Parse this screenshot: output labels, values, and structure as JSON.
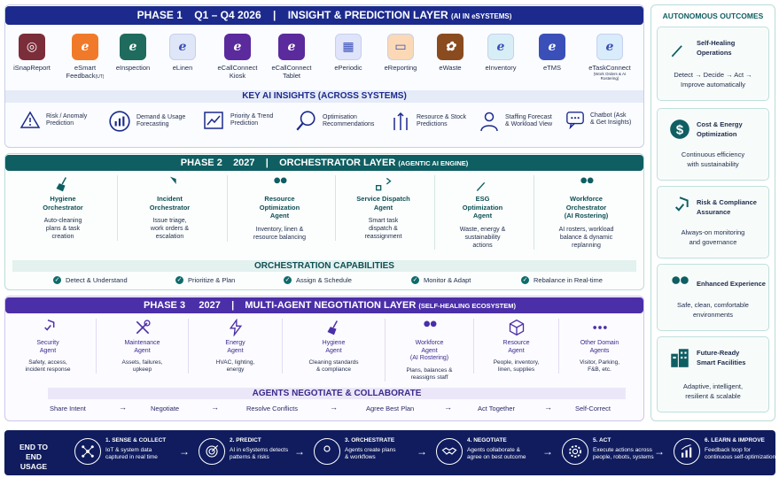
{
  "phase1": {
    "header": {
      "phase": "PHASE 1",
      "period": "Q1 – Q4 2026",
      "sep": "|",
      "layer": "INSIGHT & PREDICTION LAYER",
      "layer_sub": "(AI IN eSYSTEMS)"
    },
    "apps": [
      {
        "label": "iSnapReport",
        "extra": "",
        "color": "#7b2d3a",
        "glyph": "◎"
      },
      {
        "label": "eSmart",
        "label2": "Feedback",
        "extra": "(UT)",
        "color": "#f07a2a",
        "glyph": "e"
      },
      {
        "label": "eInspection",
        "extra": "",
        "color": "#1f6b5e",
        "glyph": "e"
      },
      {
        "label": "eLinen",
        "extra": "",
        "color": "#dfe6f7",
        "glyph": "e"
      },
      {
        "label": "eCallConnect",
        "label2": "Kiosk",
        "extra": "",
        "color": "#5b2a9c",
        "glyph": "e"
      },
      {
        "label": "eCallConnect",
        "label2": "Tablet",
        "extra": "",
        "color": "#5b2a9c",
        "glyph": "e"
      },
      {
        "label": "ePeriodic",
        "extra": "",
        "color": "#dfe4fb",
        "glyph": "▦"
      },
      {
        "label": "eReporting",
        "extra": "",
        "color": "#fbd9b6",
        "glyph": "▭"
      },
      {
        "label": "eWaste",
        "extra": "",
        "color": "#8a4b1f",
        "glyph": "✿"
      },
      {
        "label": "eInventory",
        "extra": "",
        "color": "#d8eef7",
        "glyph": "e"
      },
      {
        "label": "eTMS",
        "extra": "",
        "color": "#3a4fb8",
        "glyph": "e"
      },
      {
        "label": "eTaskConnect",
        "extra": "(Work Orders & AI Rostering)",
        "color": "#d8ecfb",
        "glyph": "e"
      }
    ],
    "insights_title": "KEY AI INSIGHTS (ACROSS SYSTEMS)",
    "insights": [
      {
        "l1": "Risk / Anomaly",
        "l2": "Prediction",
        "icon": "warning-icon"
      },
      {
        "l1": "Demand & Usage",
        "l2": "Forecasting",
        "icon": "chart-icon"
      },
      {
        "l1": "Priority & Trend",
        "l2": "Prediction",
        "icon": "trend-icon"
      },
      {
        "l1": "Optimisation",
        "l2": "Recommendations",
        "icon": "search-icon"
      },
      {
        "l1": "Resource & Stock",
        "l2": "Predictions",
        "icon": "stock-icon"
      },
      {
        "l1": "Staffing Forecast",
        "l2": "& Workload View",
        "icon": "person-icon"
      },
      {
        "l1": "Chatbot (Ask",
        "l2": "& Get Insights)",
        "icon": "chat-icon"
      }
    ]
  },
  "phase2": {
    "header": {
      "phase": "PHASE 2",
      "period": "2027",
      "sep": "|",
      "layer": "ORCHESTRATOR LAYER",
      "layer_sub": "(AGENTIC AI ENGINE)"
    },
    "orchestrators": [
      {
        "t1": "Hygiene",
        "t2": "Orchestrator",
        "t3": "",
        "d1": "Auto-cleaning",
        "d2": "plans & task",
        "d3": "creation",
        "d4": "",
        "icon": "broom-icon"
      },
      {
        "t1": "Incident",
        "t2": "Orchestrator",
        "t3": "",
        "d1": "Issue triage,",
        "d2": "work orders &",
        "d3": "escalation",
        "d4": "",
        "icon": "shield-alert-icon"
      },
      {
        "t1": "Resource",
        "t2": "Optimization",
        "t3": "Agent",
        "d1": "Inventory, linen &",
        "d2": "resource balancing",
        "d3": "",
        "d4": "",
        "icon": "people-icon"
      },
      {
        "t1": "Service Dispatch",
        "t2": "Agent",
        "t3": "",
        "d1": "Smart task",
        "d2": "dispatch &",
        "d3": "reassignment",
        "d4": "",
        "icon": "dispatch-icon"
      },
      {
        "t1": "ESG",
        "t2": "Optimization",
        "t3": "Agent",
        "d1": "Waste, energy &",
        "d2": "sustainability",
        "d3": "actions",
        "d4": "",
        "icon": "leaf-icon"
      },
      {
        "t1": "Workforce",
        "t2": "Orchestrator",
        "t3": "(AI Rostering)",
        "d1": "AI rosters, workload",
        "d2": "balance & dynamic",
        "d3": "replanning",
        "d4": "",
        "icon": "team-icon"
      }
    ],
    "capabilities_title": "ORCHESTRATION CAPABILITIES",
    "capabilities": [
      "Detect & Understand",
      "Prioritize & Plan",
      "Assign & Schedule",
      "Monitor & Adapt",
      "Rebalance in Real-time"
    ]
  },
  "phase3": {
    "header": {
      "phase": "PHASE 3",
      "period": "2027",
      "sep": "|",
      "layer": "MULTI-AGENT NEGOTIATION LAYER",
      "layer_sub": "(SELF-HEALING ECOSYSTEM)"
    },
    "agents": [
      {
        "t1": "Security",
        "t2": "Agent",
        "t3": "",
        "d1": "Safety, access,",
        "d2": "incident response",
        "icon": "shield-check-icon"
      },
      {
        "t1": "Maintenance",
        "t2": "Agent",
        "t3": "",
        "d1": "Assets, failures,",
        "d2": "upkeep",
        "icon": "tools-icon"
      },
      {
        "t1": "Energy",
        "t2": "Agent",
        "t3": "",
        "d1": "HVAC, lighting,",
        "d2": "energy",
        "icon": "bolt-icon"
      },
      {
        "t1": "Hygiene",
        "t2": "Agent",
        "t3": "",
        "d1": "Cleaning standards",
        "d2": "& compliance",
        "icon": "broom-icon"
      },
      {
        "t1": "Workforce",
        "t2": "Agent",
        "t3": "(AI Rostering)",
        "d1": "Plans, balances &",
        "d2": "reassigns staff",
        "icon": "team-icon"
      },
      {
        "t1": "Resource",
        "t2": "Agent",
        "t3": "",
        "d1": "People, inventory,",
        "d2": "linen, supplies",
        "icon": "box-icon"
      },
      {
        "t1": "Other Domain",
        "t2": "Agents",
        "t3": "",
        "d1": "Visitor, Parking,",
        "d2": "F&B, etc.",
        "icon": "more-icon"
      }
    ],
    "negotiate_title": "AGENTS NEGOTIATE & COLLABORATE",
    "steps": [
      "Share Intent",
      "Negotiate",
      "Resolve Conflicts",
      "Agree Best Plan",
      "Act Together",
      "Self-Correct"
    ],
    "arrow": "→"
  },
  "outcomes": {
    "title": "AUTONOMOUS OUTCOMES",
    "items": [
      {
        "t1": "Self-Healing",
        "t2": "Operations",
        "d1": "Detect → Decide → Act →",
        "d2": "Improve automatically",
        "icon": "leaf-icon"
      },
      {
        "t1": "Cost & Energy",
        "t2": "Optimization",
        "d1": "Continuous efficiency",
        "d2": "with sustainability",
        "icon": "dollar-icon"
      },
      {
        "t1": "Risk & Compliance",
        "t2": "Assurance",
        "d1": "Always-on monitoring",
        "d2": "and governance",
        "icon": "shield-check-icon"
      },
      {
        "t1": "Enhanced Experience",
        "t2": "",
        "d1": "Safe, clean, comfortable",
        "d2": "environments",
        "icon": "people-icon"
      },
      {
        "t1": "Future-Ready",
        "t2": "Smart Facilities",
        "d1": "Adaptive, intelligent,",
        "d2": "resilient & scalable",
        "icon": "building-icon"
      }
    ]
  },
  "e2e": {
    "title1": "END TO END",
    "title2": "USAGE",
    "steps": [
      {
        "t": "1. SENSE & COLLECT",
        "d1": "IoT & system data",
        "d2": "captured in real time",
        "icon": "network-icon"
      },
      {
        "t": "2. PREDICT",
        "d1": "AI in eSystems detects",
        "d2": "patterns & risks",
        "icon": "target-icon"
      },
      {
        "t": "3. ORCHESTRATE",
        "d1": "Agents create plans",
        "d2": "& workflows",
        "icon": "user-icon"
      },
      {
        "t": "4. NEGOTIATE",
        "d1": "Agents collaborate &",
        "d2": "agree on best outcome",
        "icon": "handshake-icon"
      },
      {
        "t": "5. ACT",
        "d1": "Execute actions across",
        "d2": "people, robots, systems",
        "icon": "gear-icon"
      },
      {
        "t": "6. LEARN & IMPROVE",
        "d1": "Feedback loop for",
        "d2": "continuous self-optimization",
        "icon": "growth-icon"
      }
    ],
    "arrow": "→"
  }
}
